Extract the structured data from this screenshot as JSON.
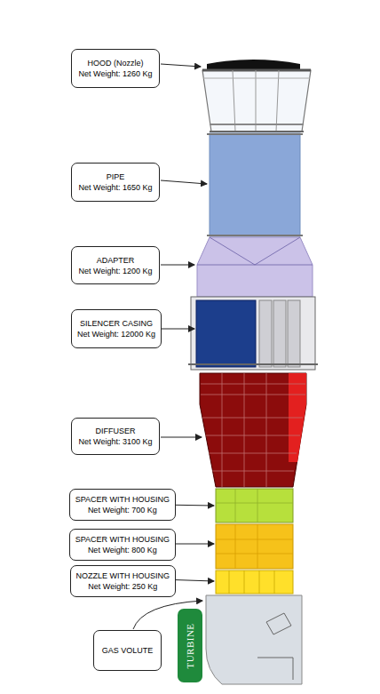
{
  "diagram": {
    "nodes": [
      {
        "text": [
          "HOOD (Nozzle)",
          "Net Weight: 1260 Kg"
        ]
      },
      {
        "text": [
          "PIPE",
          "Net Weight: 1650 Kg"
        ]
      },
      {
        "text": [
          "ADAPTER",
          "Net Weight: 1200 Kg"
        ]
      },
      {
        "text": [
          "SILENCER CASING",
          "Net Weight: 12000 Kg"
        ]
      },
      {
        "text": [
          "DIFFUSER",
          "Net Weight: 3100 Kg"
        ]
      },
      {
        "text": [
          "SPACER WITH HOUSING",
          "Net Weight: 700 Kg"
        ]
      },
      {
        "text": [
          "SPACER WITH HOUSING",
          "Net Weight: 800 Kg"
        ]
      },
      {
        "text": [
          "NOZZLE WITH HOUSING",
          "Net Weight: 250 Kg"
        ]
      },
      {
        "text": [
          "GAS VOLUTE"
        ]
      },
      {
        "text": [
          "TURBINE"
        ]
      }
    ]
  }
}
